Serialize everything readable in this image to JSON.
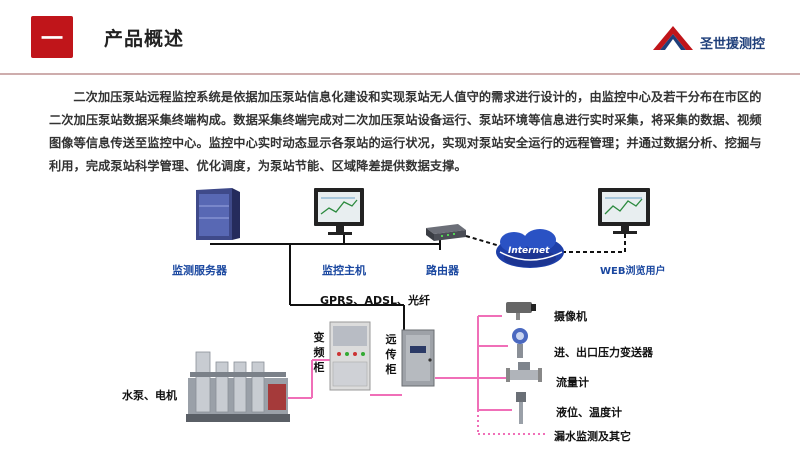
{
  "header": {
    "badge": "一",
    "title": "产品概述",
    "brand": "圣世援测控"
  },
  "intro": "二次加压泵站远程监控系统是依据加压泵站信息化建设和实现泵站无人值守的需求进行设计的，由监控中心及若干分布在市区的二次加压泵站数据采集终端构成。数据采集终端完成对二次加压泵站设备运行、泵站环境等信息进行实时采集，将采集的数据、视频图像等信息传送至监控中心。监控中心实时动态显示各泵站的运行状况，实现对泵站安全运行的远程管理；并通过数据分析、挖掘与利用，完成泵站科学管理、优化调度，为泵站节能、区域降差提供数据支撑。",
  "diagram": {
    "server": "监测服务器",
    "monitor_host": "监控主机",
    "router": "路由器",
    "internet": "Internet",
    "web_user": "WEB浏览用户",
    "link": "GPRS、ADSL、光纤",
    "vfd": "变频柜",
    "rtu": "远传柜",
    "pump": "水泵、电机",
    "sensors": [
      "摄像机",
      "进、出口压力变送器",
      "流量计",
      "液位、温度计",
      "漏水监测及其它"
    ]
  },
  "colors": {
    "accent_red": "#c0151a",
    "label_blue": "#1b48a0",
    "pink_line": "#f06fb8",
    "black_line": "#111111"
  }
}
